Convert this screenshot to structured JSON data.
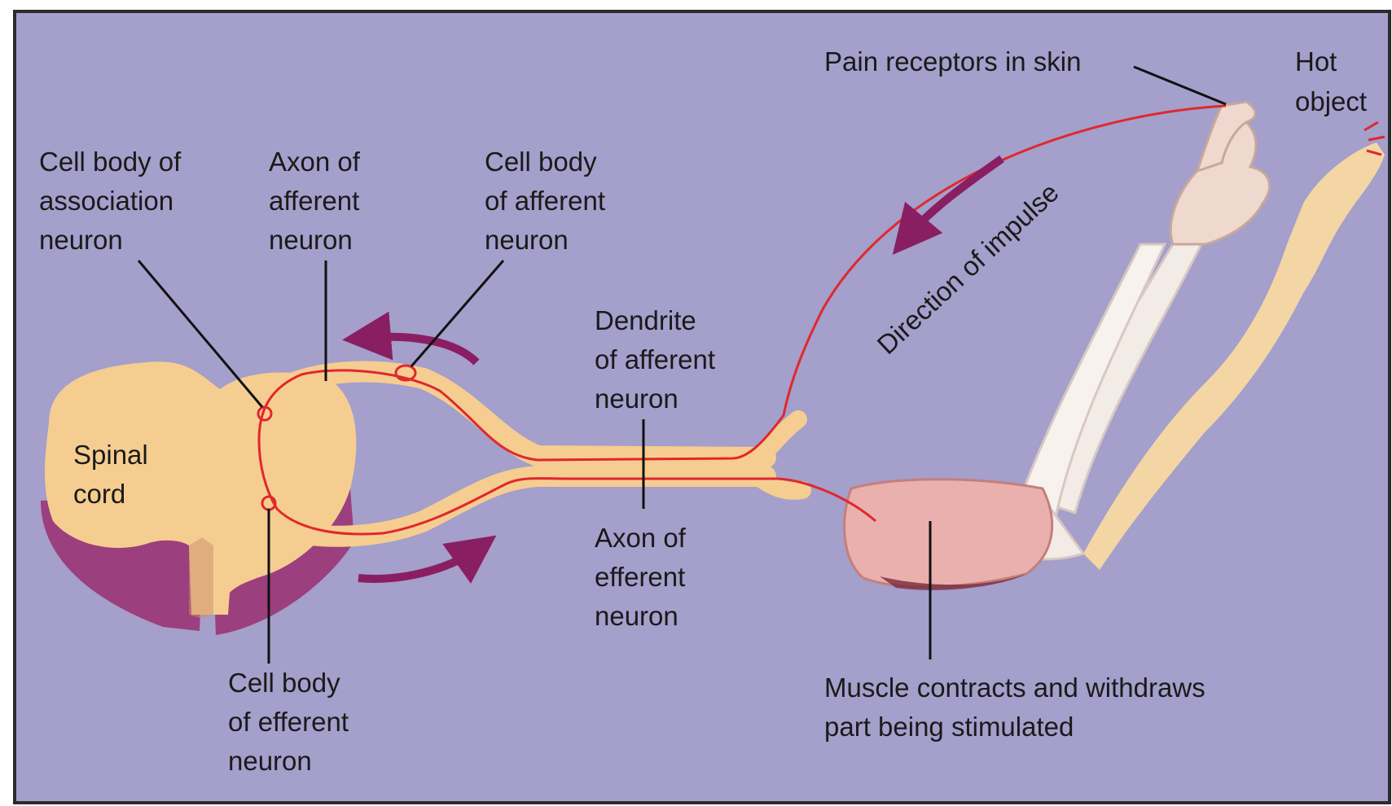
{
  "colors": {
    "background": "#a49fcb",
    "frame": "#2b2b2b",
    "nerve": "#fad9a2",
    "spinal_cord": "#f6cd90",
    "spinal_cord_side": "#9c3f7e",
    "impulse_path": "#e0282d",
    "direction_arrow": "#8a1e63",
    "arm_skin": "#f3d6a4",
    "bone": "#f3ece6",
    "muscle": "#e9b0ad"
  },
  "labels": {
    "pain_receptors": "Pain receptors in skin",
    "hot_object": [
      "Hot",
      "object"
    ],
    "cell_body_association": [
      "Cell body of",
      "association",
      "neuron"
    ],
    "axon_afferent": [
      "Axon of",
      "afferent",
      "neuron"
    ],
    "cell_body_afferent": [
      "Cell body",
      "of afferent",
      "neuron"
    ],
    "dendrite_afferent": [
      "Dendrite",
      "of afferent",
      "neuron"
    ],
    "spinal_cord": [
      "Spinal",
      "cord"
    ],
    "axon_efferent": [
      "Axon of",
      "efferent",
      "neuron"
    ],
    "cell_body_efferent": [
      "Cell body",
      "of efferent",
      "neuron"
    ],
    "muscle": [
      "Muscle contracts and withdraws",
      "part being stimulated"
    ],
    "direction_of_impulse": "Direction of impulse"
  },
  "icons": {
    "direction_arrows": "curved-arrow-icon",
    "heat_marks": "heat-lines-icon"
  }
}
